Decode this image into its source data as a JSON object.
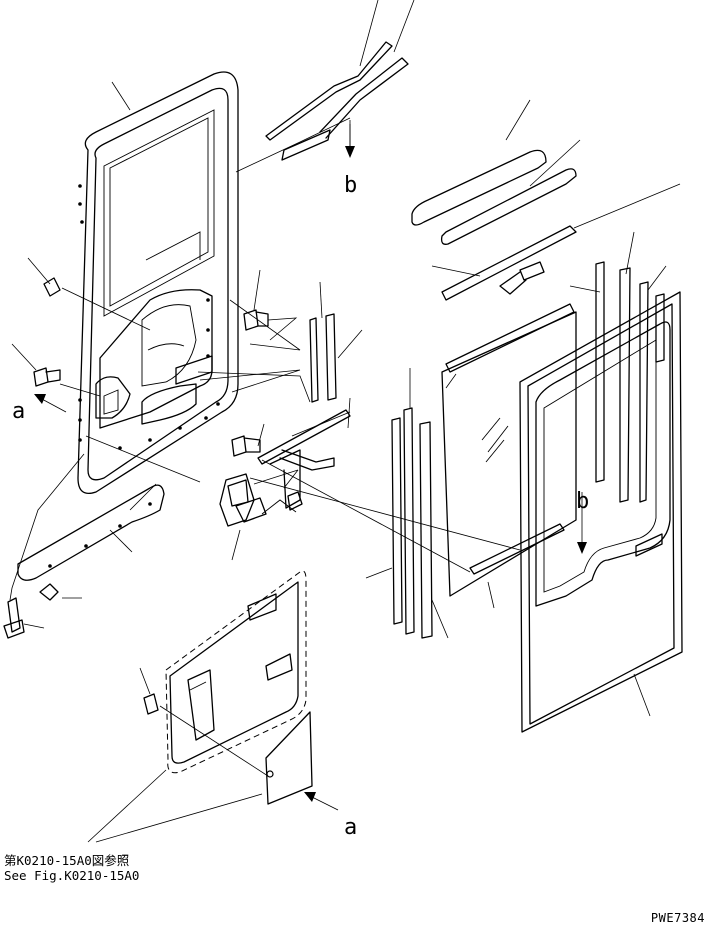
{
  "callouts": {
    "a": "a",
    "b": "b"
  },
  "reference": {
    "jp": "第K0210-15A0図参照",
    "en": "See Fig.K0210-15A0"
  },
  "drawing_code": "PWE7384"
}
